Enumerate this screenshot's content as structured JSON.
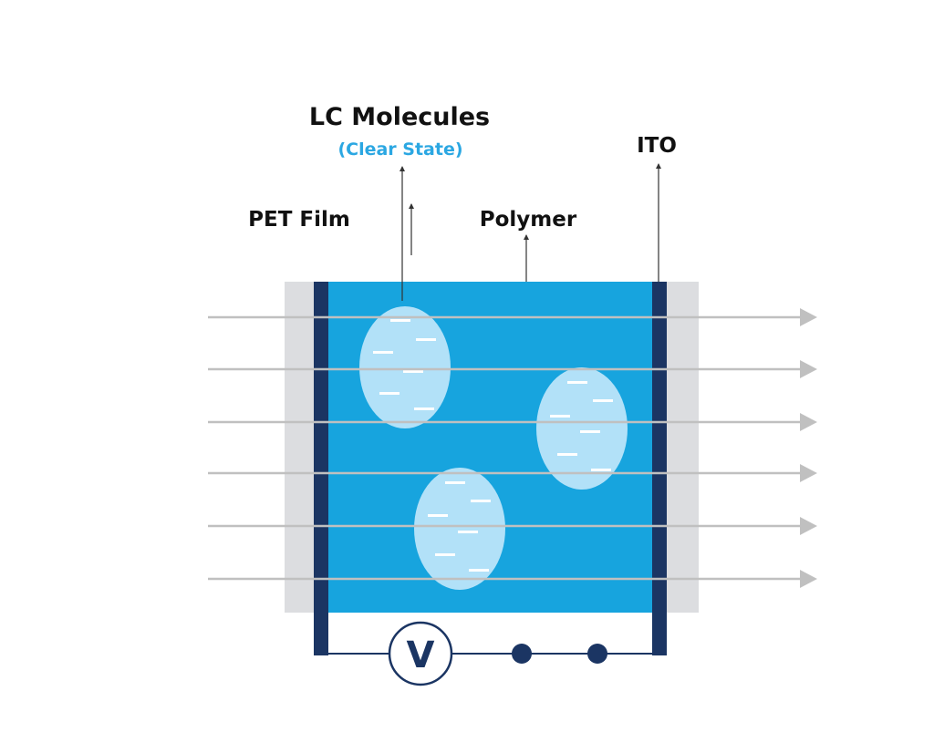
{
  "labels": {
    "lc_molecules": "LC Molecules",
    "clear_state": "(Clear State)",
    "ito": "ITO",
    "pet_film": "PET Film",
    "polymer": "Polymer",
    "voltmeter": "V"
  },
  "colors": {
    "pet_film": "#dcdde0",
    "polymer": "#17a4de",
    "ito": "#1b3563",
    "droplet": "#b2e1f8",
    "molecule": "#ffffff",
    "light_ray": "#c0c0c0",
    "wire": "#1b3563",
    "clear_state_text": "#2ba7e2",
    "label_text": "#111111"
  },
  "icons": {
    "leader_arrow": "arrow-up-icon",
    "light_ray_head": "arrow-right-icon",
    "voltmeter": "voltmeter-icon",
    "terminal": "circuit-node-icon"
  }
}
